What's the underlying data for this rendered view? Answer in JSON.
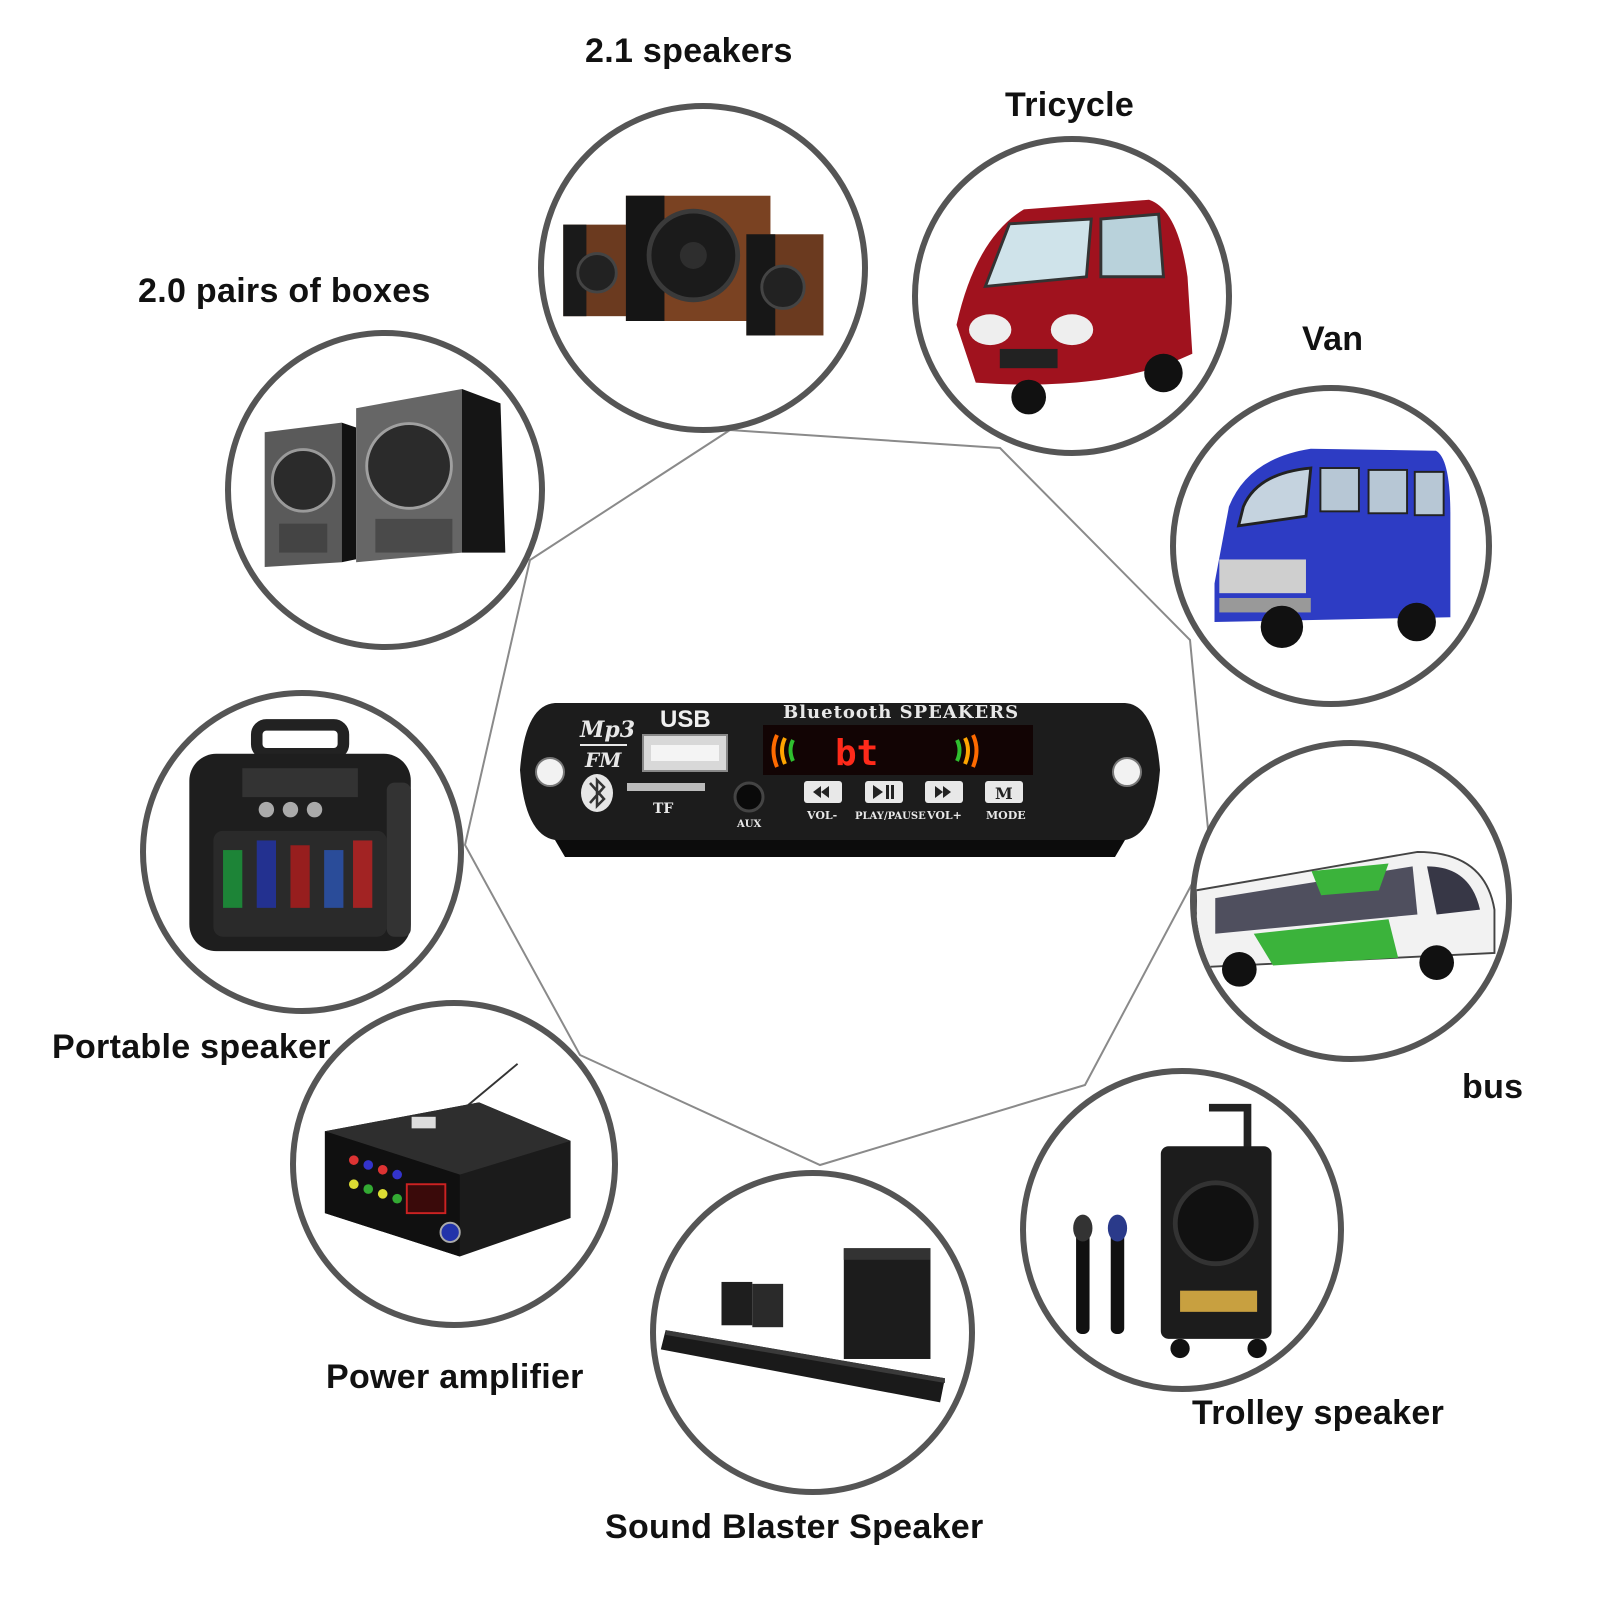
{
  "labels": {
    "speakers_21": "2.1 speakers",
    "tricycle": "Tricycle",
    "pairs_20": "2.0 pairs of boxes",
    "van": "Van",
    "portable": "Portable speaker",
    "bus": "bus",
    "power_amp": "Power amplifier",
    "trolley": "Trolley speaker",
    "sound_blaster": "Sound Blaster Speaker"
  },
  "board": {
    "mp3": "Mp3",
    "fm": "FM",
    "usb": "USB",
    "tf": "TF",
    "aux": "AUX",
    "title": "Bluetooth SPEAKERS",
    "display": "bt",
    "btn_vol_minus": "VOL-",
    "btn_play": "PLAY/PAUSE",
    "btn_vol_plus": "VOL+",
    "btn_mode": "MODE"
  },
  "icons": [
    "bluetooth-icon"
  ],
  "colors": {
    "ring": "#555555",
    "display_red": "#ff2a1a",
    "board": "#1c1c1c"
  }
}
